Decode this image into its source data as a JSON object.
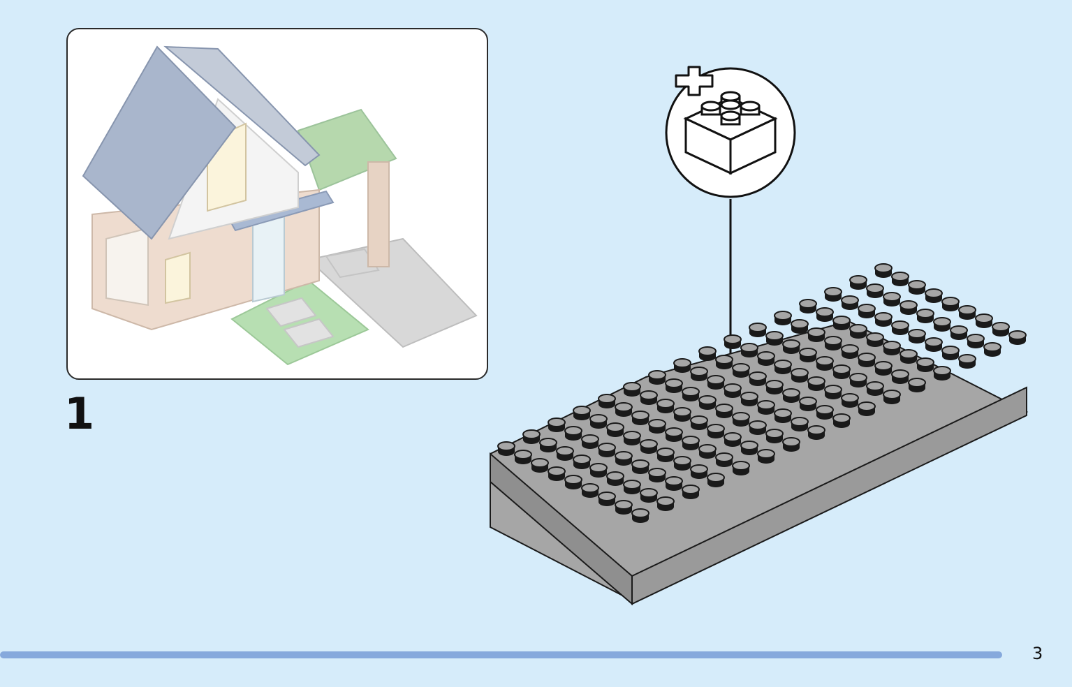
{
  "step": {
    "number": "1"
  },
  "page": {
    "number": "3"
  },
  "progress": {
    "fraction": 1.0
  },
  "colors": {
    "background": "#d6ecfa",
    "progress_bar": "#86a9dc",
    "baseplate": "#a6a6a6"
  },
  "icons": {
    "add_brick": "plus-brick-icon",
    "preview": "house-model-preview"
  }
}
